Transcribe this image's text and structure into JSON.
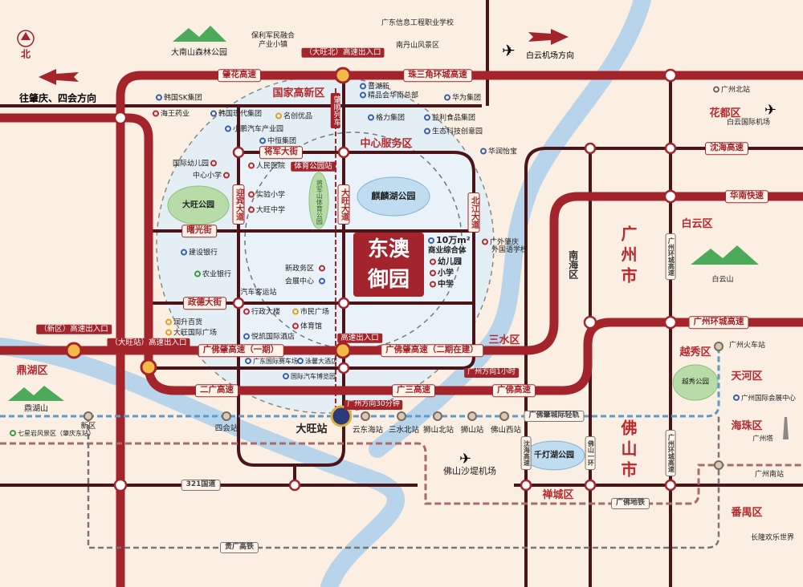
{
  "compass": "北",
  "directions": {
    "west": "往肇庆、四会方向",
    "airport": "白云机场方向",
    "gz30": "广州方向30分钟",
    "gz60": "广州方向1小时"
  },
  "project": {
    "line1": "东澳",
    "line2": "御园"
  },
  "roads": [
    "肇花高速",
    "珠三角环城高速",
    "将军大街",
    "曙光街",
    "政德大街",
    "广佛肇高速（一期）",
    "广佛肇高速（二期在建）",
    "二广高速",
    "广三高速",
    "广佛高速",
    "沈海高速",
    "华南快速",
    "广州环城高速",
    "广佛肇城际轻轨",
    "广佛地铁",
    "321国道",
    "贵广高铁",
    "迎宾大道",
    "大旺大道",
    "北江大道",
    "肇顺列车",
    "沈海高速",
    "佛山一环",
    "广州环城高速",
    "广州环城高速"
  ],
  "callouts": [
    "（大旺北）高速出入口",
    "体育公园站",
    "高速出入口",
    "（新区）高速出入口",
    "（大旺站）高速出入口"
  ],
  "districts": [
    "国家高新区",
    "中心服务区",
    "花都区",
    "白云区",
    "三水区",
    "鼎湖区",
    "越秀区",
    "天河区",
    "海珠区",
    "禅城区",
    "番禺区",
    "南海区",
    "广州市",
    "佛山市"
  ],
  "pois": [
    "广东信息工程职业学校",
    "保利军民融合",
    "产业小镇",
    "南丹山风景区",
    "大南山森林公园",
    "韩国SK集团",
    "海王药业",
    "韩国现代集团",
    "名创优品",
    "小鹏汽车产业园",
    "中恒集团",
    "晋湖新",
    "精品会华南总部",
    "华为集团",
    "格力集团",
    "益利食品集团",
    "生态科技创意园",
    "华润怡宝",
    "国际幼儿园",
    "中心小学",
    "人民医院",
    "实验小学",
    "大旺中学",
    "将军山体育公园",
    "大旺公园",
    "麒麟湖公园",
    "建设银行",
    "农业银行",
    "新政务区",
    "会展中心",
    "汽车客运站",
    "10万m²",
    "商业综合体",
    "幼儿园",
    "小学",
    "中学",
    "广外肇庆",
    "外国语学校",
    "行政大楼",
    "市民广场",
    "体育馆",
    "润升百货",
    "大旺国际广场",
    "悦凯国际酒店",
    "广东国际赛车场",
    "泳馨大酒店",
    "国际汽车博览园",
    "鼎湖山",
    "七星岩风景区（肇庆东站）",
    "佛山沙堤机场",
    "千灯湖公园",
    "广州北站",
    "白云国际机场",
    "白云山",
    "越秀公园",
    "广州火车站",
    "广州国际会展中心",
    "广州塔",
    "广州南站",
    "长隆欢乐世界"
  ],
  "stations": [
    "新区",
    "四会站",
    "大旺站",
    "云东海站",
    "三水北站",
    "狮山北站",
    "狮山站",
    "佛山西站"
  ],
  "colors": {
    "expressway": "#a3252b",
    "road": "#4a1418",
    "river": "#b7d4ea",
    "background": "#fbeee2",
    "core_zone": "#e3eef5",
    "rail": "#5b9bc8"
  }
}
